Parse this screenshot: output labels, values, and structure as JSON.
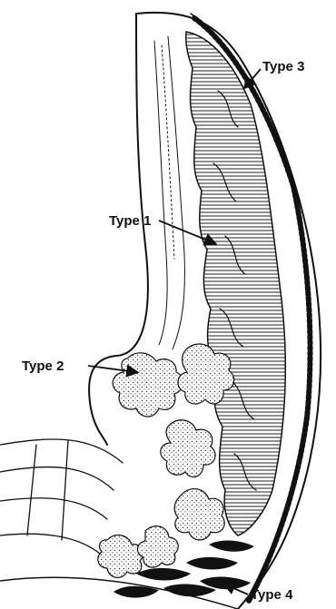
{
  "diagram": {
    "labels": {
      "type1": "Type 1",
      "type2": "Type 2",
      "type3": "Type 3",
      "type4": "Type 4"
    }
  }
}
